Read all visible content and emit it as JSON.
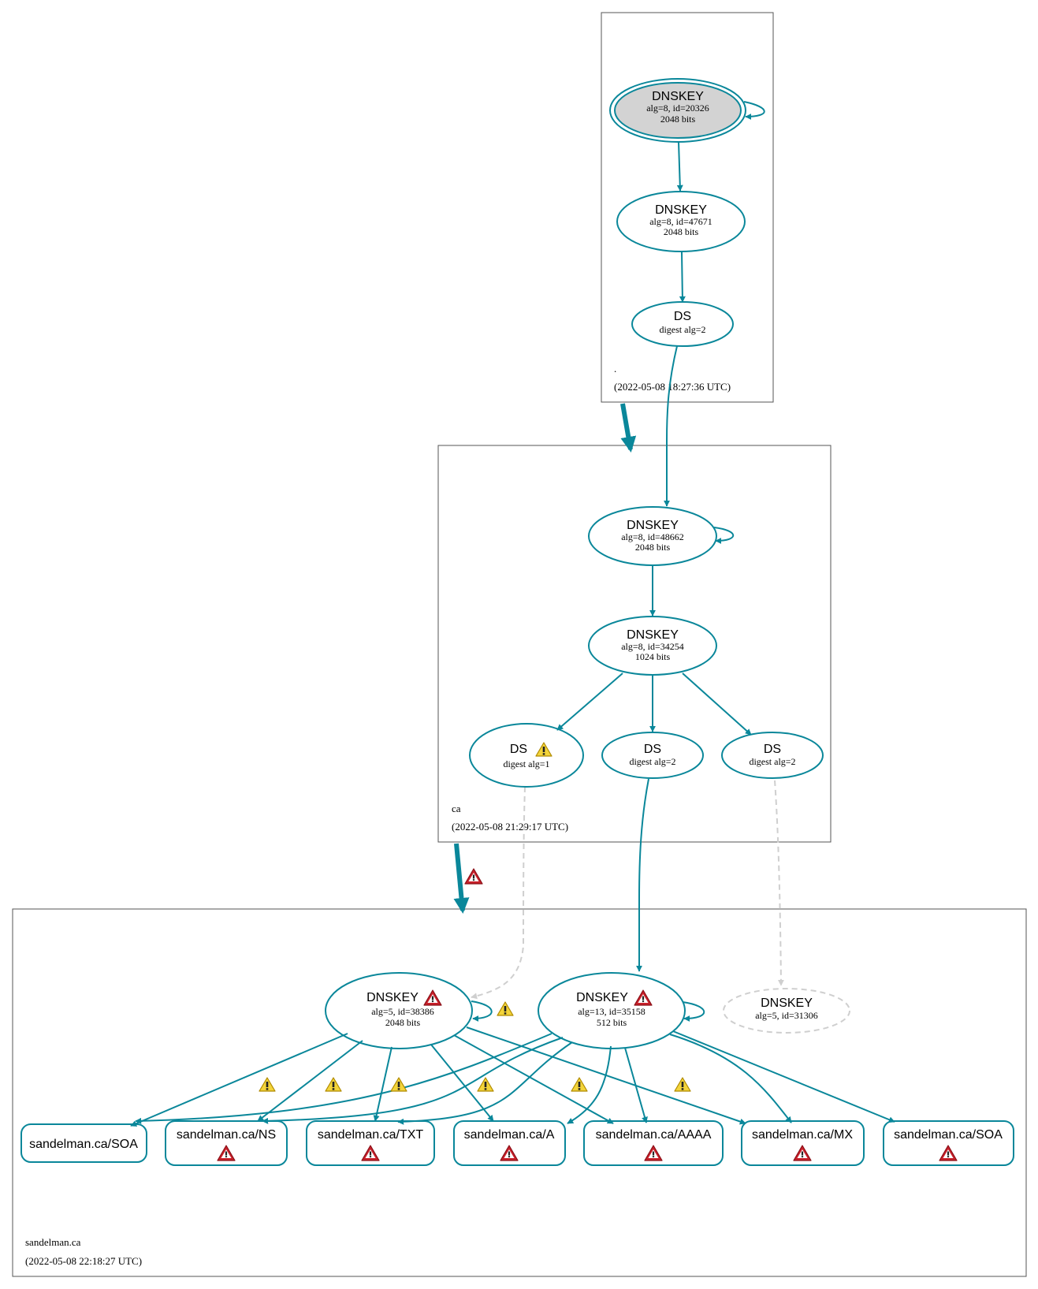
{
  "colors": {
    "edge": "#0a879a",
    "node_fill_ksk": "#d3d3d3",
    "zone_border": "#555555",
    "dashed": "#cfcfcf",
    "warning_yellow": "#f3d43a",
    "error_red": "#c8202a"
  },
  "zones": {
    "root": {
      "name": ".",
      "timestamp": "(2022-05-08 18:27:36 UTC)"
    },
    "ca": {
      "name": "ca",
      "timestamp": "(2022-05-08 21:29:17 UTC)"
    },
    "sandelman": {
      "name": "sandelman.ca",
      "timestamp": "(2022-05-08 22:18:27 UTC)"
    }
  },
  "nodes": {
    "root_ksk": {
      "title": "DNSKEY",
      "line1": "alg=8, id=20326",
      "line2": "2048 bits"
    },
    "root_zsk": {
      "title": "DNSKEY",
      "line1": "alg=8, id=47671",
      "line2": "2048 bits"
    },
    "root_ds": {
      "title": "DS",
      "line1": "digest alg=2"
    },
    "ca_ksk": {
      "title": "DNSKEY",
      "line1": "alg=8, id=48662",
      "line2": "2048 bits"
    },
    "ca_zsk": {
      "title": "DNSKEY",
      "line1": "alg=8, id=34254",
      "line2": "1024 bits"
    },
    "ca_ds1": {
      "title": "DS",
      "line1": "digest alg=1",
      "icon": "warning-icon"
    },
    "ca_ds2": {
      "title": "DS",
      "line1": "digest alg=2"
    },
    "ca_ds3": {
      "title": "DS",
      "line1": "digest alg=2"
    },
    "sd_key1": {
      "title": "DNSKEY",
      "line1": "alg=5, id=38386",
      "line2": "2048 bits",
      "icon": "error-icon"
    },
    "sd_key2": {
      "title": "DNSKEY",
      "line1": "alg=13, id=35158",
      "line2": "512 bits",
      "icon": "error-icon"
    },
    "sd_key3": {
      "title": "DNSKEY",
      "line1": "alg=5, id=31306"
    }
  },
  "records": [
    {
      "label": "sandelman.ca/SOA",
      "icon": ""
    },
    {
      "label": "sandelman.ca/NS",
      "icon": "error-icon"
    },
    {
      "label": "sandelman.ca/TXT",
      "icon": "error-icon"
    },
    {
      "label": "sandelman.ca/A",
      "icon": "error-icon"
    },
    {
      "label": "sandelman.ca/AAAA",
      "icon": "error-icon"
    },
    {
      "label": "sandelman.ca/MX",
      "icon": "error-icon"
    },
    {
      "label": "sandelman.ca/SOA",
      "icon": "error-icon"
    }
  ]
}
